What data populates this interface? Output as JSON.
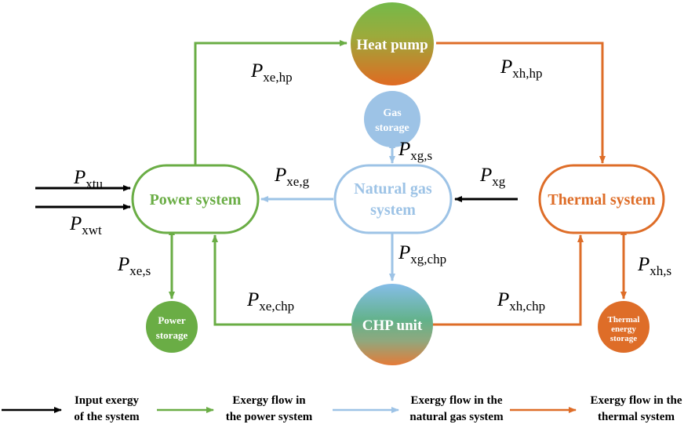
{
  "colors": {
    "input": "#000000",
    "power": "#6aad45",
    "gas": "#9dc3e6",
    "thermal": "#de6d28"
  },
  "nodes": {
    "heat_pump": "Heat pump",
    "gas_storage": [
      "Gas",
      "storage"
    ],
    "power_system": "Power system",
    "natural_gas_system": [
      "Natural gas",
      "system"
    ],
    "thermal_system": "Thermal system",
    "chp_unit": "CHP unit",
    "power_storage": [
      "Power",
      "storage"
    ],
    "thermal_storage": [
      "Thermal",
      "energy",
      "storage"
    ]
  },
  "flows": {
    "xe_hp": {
      "main": "P",
      "sub": "xe,hp"
    },
    "xh_hp": {
      "main": "P",
      "sub": "xh,hp"
    },
    "xg_s": {
      "main": "P",
      "sub": "xg,s"
    },
    "xtu": {
      "main": "P",
      "sub": "xtu"
    },
    "xwt": {
      "main": "P",
      "sub": "xwt"
    },
    "xe_g": {
      "main": "P",
      "sub": "xe,g"
    },
    "xg": {
      "main": "P",
      "sub": "xg"
    },
    "xe_s": {
      "main": "P",
      "sub": "xe,s"
    },
    "xg_chp": {
      "main": "P",
      "sub": "xg,chp"
    },
    "xh_s": {
      "main": "P",
      "sub": "xh,s"
    },
    "xe_chp": {
      "main": "P",
      "sub": "xe,chp"
    },
    "xh_chp": {
      "main": "P",
      "sub": "xh,chp"
    }
  },
  "legend": [
    {
      "lines": [
        "Input exergy",
        "of the system"
      ],
      "color_key": "input"
    },
    {
      "lines": [
        "Exergy flow in",
        "the power system"
      ],
      "color_key": "power"
    },
    {
      "lines": [
        "Exergy flow in the",
        "natural gas system"
      ],
      "color_key": "gas"
    },
    {
      "lines": [
        "Exergy flow in the",
        "thermal system"
      ],
      "color_key": "thermal"
    }
  ]
}
